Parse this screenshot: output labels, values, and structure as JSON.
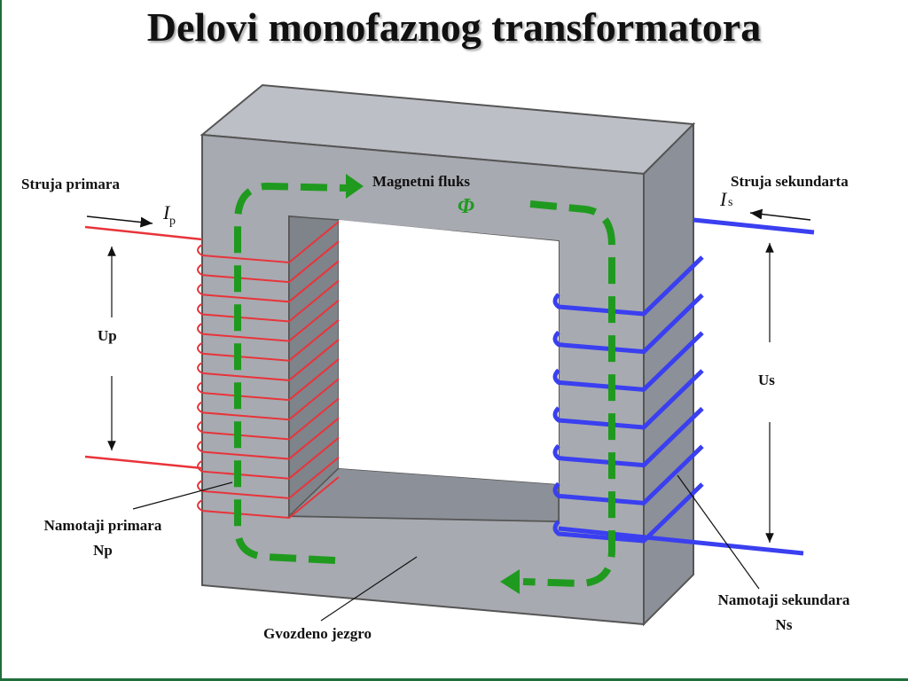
{
  "title": "Delovi monofaznog transformatora",
  "labels": {
    "primary_current": "Struja primara",
    "primary_current_symbol": "I",
    "primary_current_subscript": "p",
    "primary_voltage": "Up",
    "primary_winding": "Namotaji primara",
    "primary_turns": "Np",
    "magnetic_flux": "Magnetni fluks",
    "flux_symbol": "Φ",
    "secondary_current": "Struja sekundarta",
    "secondary_current_symbol": "I",
    "secondary_current_subscript": "s",
    "secondary_voltage": "Us",
    "secondary_winding": "Namotaji sekundara",
    "secondary_turns": "Ns",
    "iron_core": "Gvozdeno jezgro"
  },
  "colors": {
    "core_front": "#a7aab0",
    "core_side": "#8c9098",
    "core_top": "#bcbfc5",
    "core_inner": "#7f838a",
    "primary_wire": "#e8343a",
    "secondary_wire": "#3a3ff0",
    "flux": "#1f9a1f",
    "frame": "#1f6f3a"
  },
  "primary_turn_count": 14,
  "secondary_turn_count": 7
}
